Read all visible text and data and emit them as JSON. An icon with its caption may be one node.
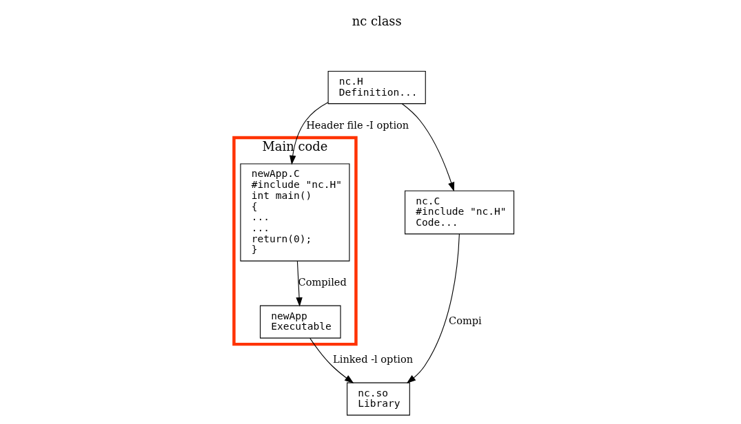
{
  "diagram": {
    "nodes": [
      {
        "text": [
          "Main code"
        ]
      },
      {
        "text": [
          "newApp.C",
          "#include \"nc.H\"",
          "int main()",
          "{",
          "...",
          "...",
          "return(0);",
          "}"
        ],
        "in": 0
      },
      {
        "text": [
          "newApp",
          "Executable"
        ],
        "in": 0
      },
      {
        "text": [
          "nc.H",
          "Definition..."
        ]
      },
      {
        "text": [
          "nc.C",
          "#include \"nc.H\"",
          "Code..."
        ]
      },
      {
        "text": [
          "nc.so",
          "Library"
        ]
      }
    ],
    "edges": [
      {
        "from": 3,
        "to": 1,
        "arrow": "to",
        "label": "Header file -I option"
      },
      {
        "from": 3,
        "to": 4,
        "arrow": "to"
      },
      {
        "from": 1,
        "to": 2,
        "arrow": "to",
        "label": "Compiled"
      },
      {
        "from": 4,
        "to": 5,
        "arrow": "to",
        "label": "Compi"
      },
      {
        "from": 2,
        "to": 5,
        "arrow": "to",
        "label": "Linked -l option"
      }
    ],
    "labels": [
      "nc class"
    ]
  }
}
